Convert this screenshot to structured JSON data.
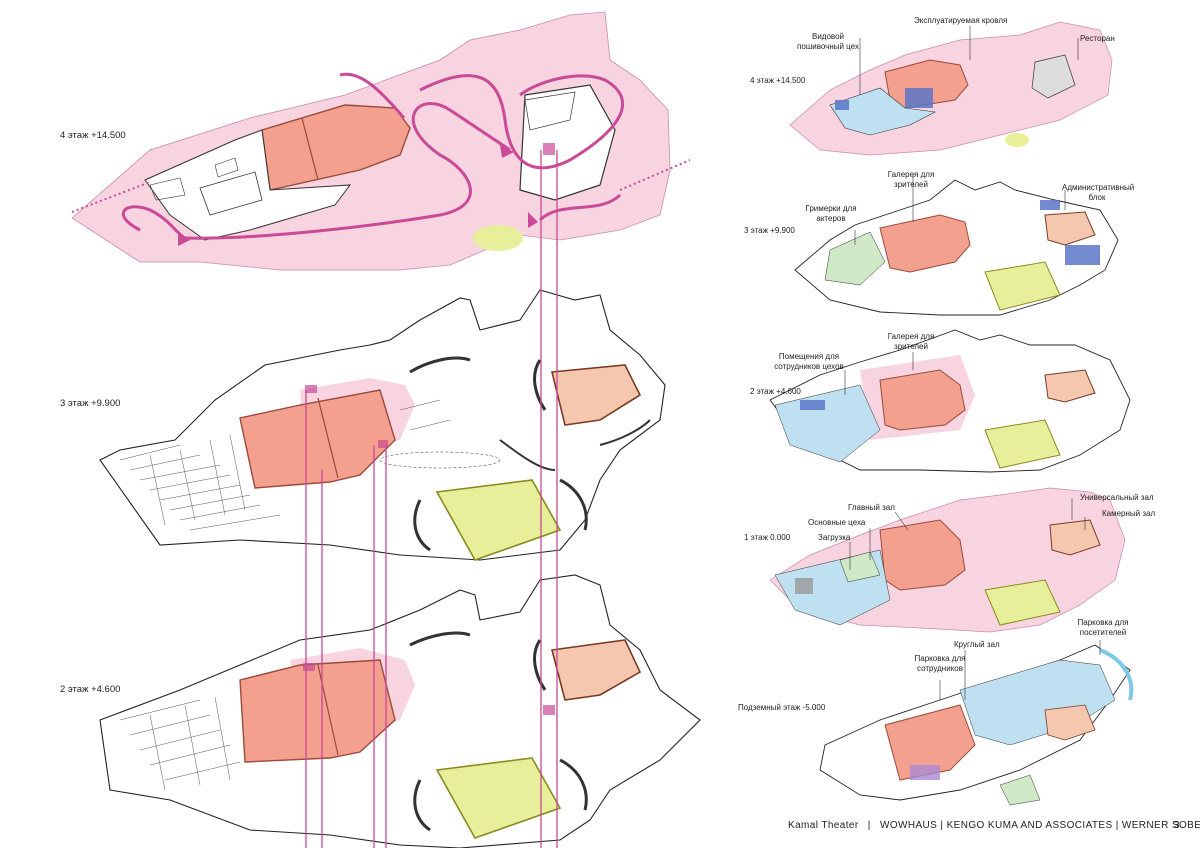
{
  "main": {
    "floor4": "4 этаж +14.500",
    "floor3": "3 этаж +9.900",
    "floor2": "2 этаж +4.600"
  },
  "small": {
    "floor4": "4 этаж +14.500",
    "floor3": "3 этаж +9.900",
    "floor2": "2 этаж +4.600",
    "floor1": "1 этаж 0.000",
    "underground": "Подземный этаж -5.000"
  },
  "annotations": {
    "roof": "Эксплуатируемая кровля",
    "view_shop": "Видовой пошивочный цех",
    "restaurant": "Ресторан",
    "gallery3": "Галерея для зрителей",
    "admin": "Административный блок",
    "dressing": "Гримерки для актеров",
    "gallery2": "Галерея для зрителей",
    "staff_rooms": "Помещения для сотрудников цехов",
    "main_hall": "Главный зал",
    "universal_hall": "Универсальный зал",
    "workshops": "Основные цеха",
    "chamber_hall": "Камерный зал",
    "loading": "Загрузка",
    "round_hall": "Круглый зал",
    "visitor_parking": "Парковка для посетителей",
    "staff_parking": "Парковка для сотрудников"
  },
  "footer": {
    "project": "Kamal Theater",
    "authors": "WOWHAUS | KENGO KUMA AND ASSOCIATES | WERNER SOBEK",
    "page": "3"
  },
  "colors": {
    "pink_roof": "#f8d3e0",
    "main_hall": "#f3a08e",
    "round_hall": "#e8ef9a",
    "chamber_hall": "#f4c7ae",
    "route": "#c94a96",
    "blue_zone": "#bfe0f0",
    "green_zone": "#cfe9c6",
    "navy_zone": "#5a76c8"
  }
}
